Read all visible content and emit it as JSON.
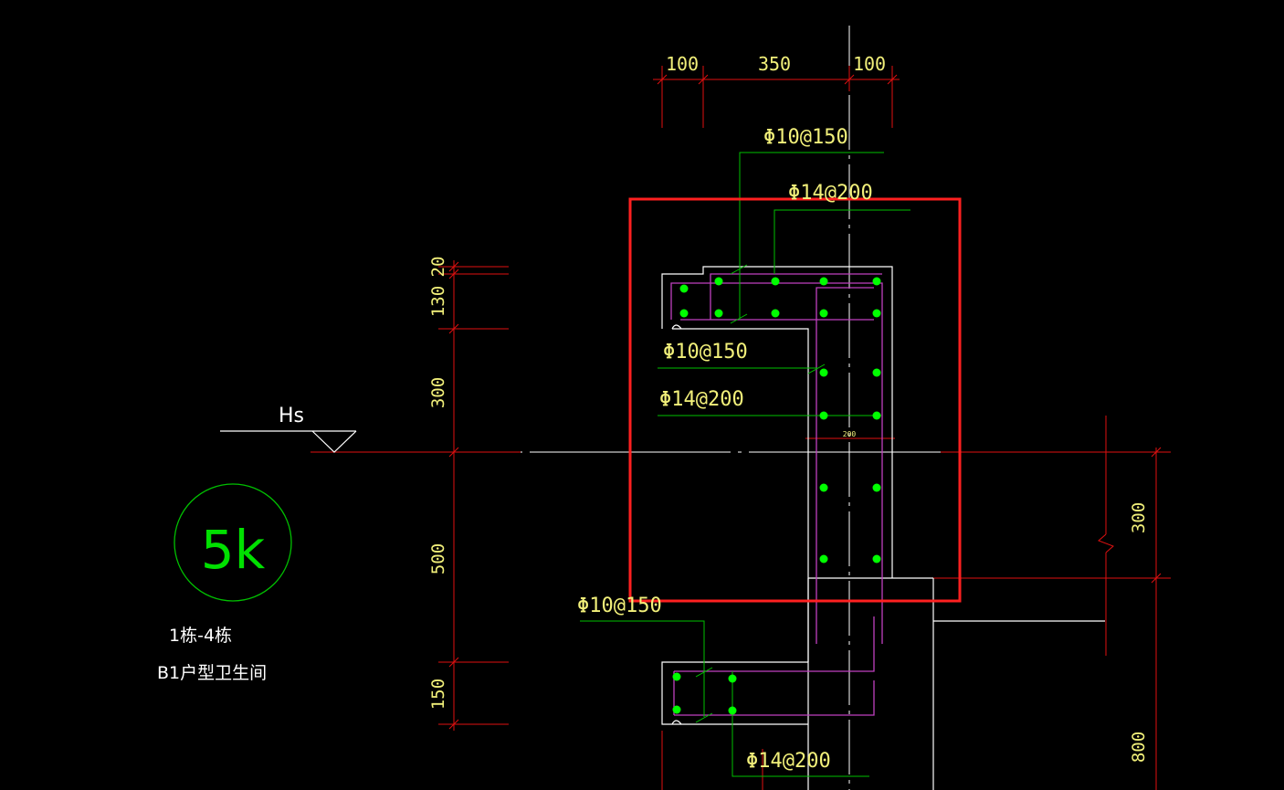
{
  "dimensions_top": [
    "100",
    "350",
    "100"
  ],
  "dimensions_left": [
    "20",
    "130",
    "300",
    "500",
    "150"
  ],
  "dimensions_right": [
    "300",
    "800"
  ],
  "dimension_inner": "200",
  "rebar_labels": {
    "top_stirrup": "Φ10@150",
    "top_main": "Φ14@200",
    "mid_stirrup": "Φ10@150",
    "mid_main": "Φ14@200",
    "bottom_stirrup": "Φ10@150",
    "bottom_main": "Φ14@200"
  },
  "level_marker": "Hs",
  "detail_symbol": "5k",
  "note_line1": "1栋-4栋",
  "note_line2": "B1户型卫生间",
  "colors": {
    "background": "#000000",
    "dimension": "#e01010",
    "text": "#f2f07a",
    "outline": "#ffffff",
    "rebar_dot": "#00ff00",
    "stirrup": "#c040c0",
    "leader": "#00c000",
    "highlight": "#ff2020"
  }
}
